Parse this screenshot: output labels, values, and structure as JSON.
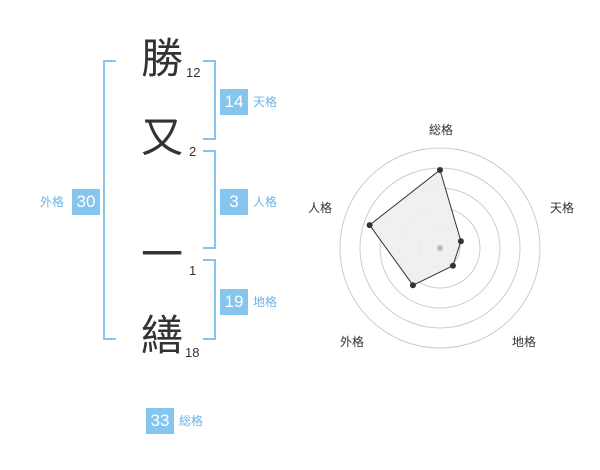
{
  "name": {
    "chars": [
      {
        "char": "勝",
        "strokes": "12"
      },
      {
        "char": "又",
        "strokes": "2"
      },
      {
        "char": "一",
        "strokes": "1"
      },
      {
        "char": "繕",
        "strokes": "18"
      }
    ]
  },
  "fortune": {
    "tenkaku": {
      "label": "天格",
      "value": "14"
    },
    "jinkaku": {
      "label": "人格",
      "value": "3"
    },
    "chikaku": {
      "label": "地格",
      "value": "19"
    },
    "gaikaku": {
      "label": "外格",
      "value": "30"
    },
    "soukaku": {
      "label": "総格",
      "value": "33"
    }
  },
  "radar": {
    "axes": [
      "総格",
      "天格",
      "地格",
      "外格",
      "人格"
    ],
    "values": [
      0.78,
      0.22,
      0.22,
      0.46,
      0.74
    ],
    "ring_count": 5,
    "colors": {
      "ring": "#cccccc",
      "fill": "#eeeeee",
      "line": "#333333",
      "point": "#333333",
      "center": "#bbbbbb"
    }
  },
  "colors": {
    "accent": "#86c5ee",
    "label": "#6cb3e6",
    "text": "#333333"
  }
}
